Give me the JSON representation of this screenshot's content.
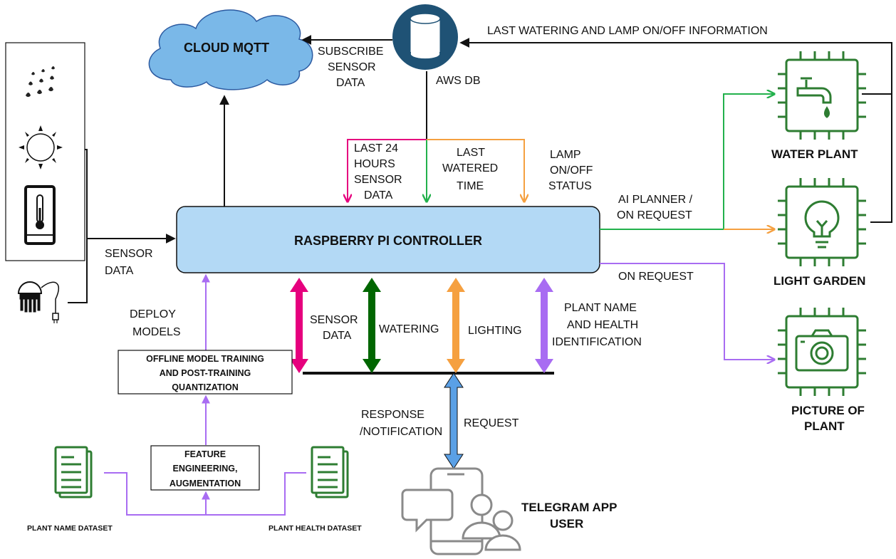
{
  "nodes": {
    "cloud_mqtt": "CLOUD MQTT",
    "aws_db": "AWS DB",
    "controller": "RASPBERRY PI CONTROLLER",
    "water_plant": "WATER PLANT",
    "light_garden": "LIGHT GARDEN",
    "picture_plant": [
      "PICTURE OF",
      "PLANT"
    ],
    "telegram": [
      "TELEGRAM APP",
      "USER"
    ],
    "offline_training": [
      "OFFLINE MODEL TRAINING",
      "AND POST-TRAINING",
      "QUANTIZATION"
    ],
    "feature_eng": [
      "FEATURE",
      "ENGINEERING,",
      "AUGMENTATION"
    ],
    "plant_name_dataset": "PLANT NAME DATASET",
    "plant_health_dataset": "PLANT HEALTH DATASET"
  },
  "edge_labels": {
    "subscribe": [
      "SUBSCRIBE",
      "SENSOR",
      "DATA"
    ],
    "last_watering_info": "LAST WATERING AND LAMP ON/OFF INFORMATION",
    "last24": [
      "LAST 24",
      "HOURS",
      "SENSOR",
      "DATA"
    ],
    "last_watered": [
      "LAST",
      "WATERED",
      "TIME"
    ],
    "lamp_status": [
      "LAMP",
      "ON/OFF",
      "STATUS"
    ],
    "ai_planner": [
      "AI PLANNER /",
      "ON REQUEST"
    ],
    "on_request": "ON REQUEST",
    "sensor_data_in": [
      "SENSOR",
      "DATA"
    ],
    "deploy_models": [
      "DEPLOY",
      "MODELS"
    ],
    "bus_sensor": [
      "SENSOR",
      "DATA"
    ],
    "bus_watering": "WATERING",
    "bus_lighting": "LIGHTING",
    "bus_plant_id": [
      "PLANT NAME",
      "AND HEALTH",
      "IDENTIFICATION"
    ],
    "response": [
      "RESPONSE",
      "/NOTIFICATION"
    ],
    "request": "REQUEST"
  },
  "colors": {
    "pink": "#e6007e",
    "green_dark": "#006600",
    "orange": "#f5a040",
    "purple": "#a86cf2",
    "blue_arrow": "#5aa0e6",
    "green_line": "#22b14c",
    "icon_green": "#2e7d32",
    "controller_fill": "#b3d9f5",
    "cloud_fill": "#7ab8e8",
    "db_fill": "#1f5275"
  },
  "icons": [
    "rain-icon",
    "sun-icon",
    "thermometer-icon",
    "soil-sensor-icon",
    "database-icon",
    "water-tap-chip-icon",
    "bulb-chip-icon",
    "camera-chip-icon",
    "document-icon",
    "chat-users-phone-icon"
  ]
}
